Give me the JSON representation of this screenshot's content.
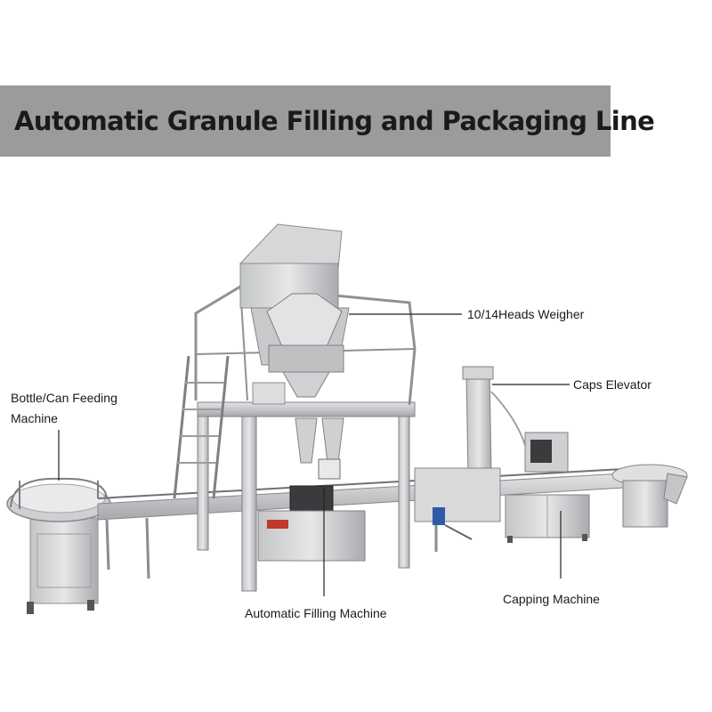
{
  "title": "Automatic Granule Filling and Packaging Line",
  "callouts": {
    "weigher": "10/14Heads Weigher",
    "caps_elevator": "Caps Elevator",
    "feeding_line1": "Bottle/Can Feeding",
    "feeding_line2": "Machine",
    "filling": "Automatic Filling Machine",
    "capping": "Capping Machine"
  },
  "colors": {
    "title_band": "#9b9b9b",
    "steel_light": "#d9dadb",
    "steel_mid": "#b8b9bb",
    "steel_dark": "#7d7f82",
    "leader_line": "#222222"
  }
}
